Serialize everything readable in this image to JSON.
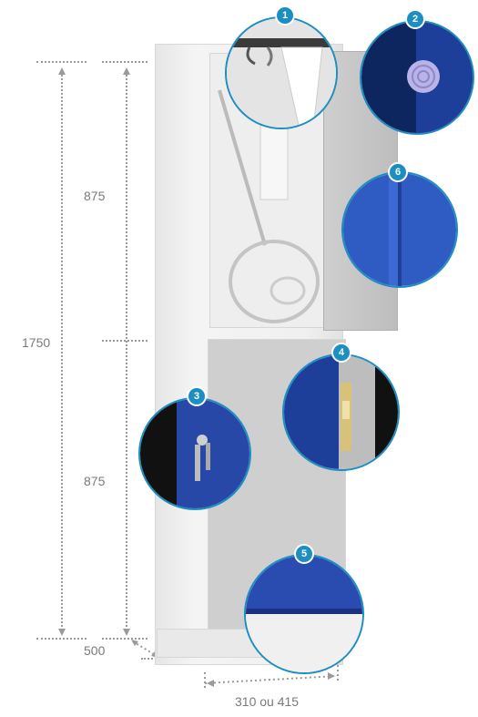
{
  "dimensions": {
    "total_height": "1750",
    "upper_height": "875",
    "lower_height": "875",
    "depth": "500",
    "width": "310 ou 415"
  },
  "callouts": [
    {
      "number": "1",
      "subject": "hanger-rail-icon"
    },
    {
      "number": "2",
      "subject": "door-bumper-icon"
    },
    {
      "number": "3",
      "subject": "key-lock-icon"
    },
    {
      "number": "4",
      "subject": "hinge-icon"
    },
    {
      "number": "5",
      "subject": "door-bottom-icon"
    },
    {
      "number": "6",
      "subject": "door-fold-icon"
    }
  ],
  "colors": {
    "callout_accent": "#1c8ec1",
    "door_blue": "#1f3f9e",
    "locker_grey": "#eeeeee"
  }
}
